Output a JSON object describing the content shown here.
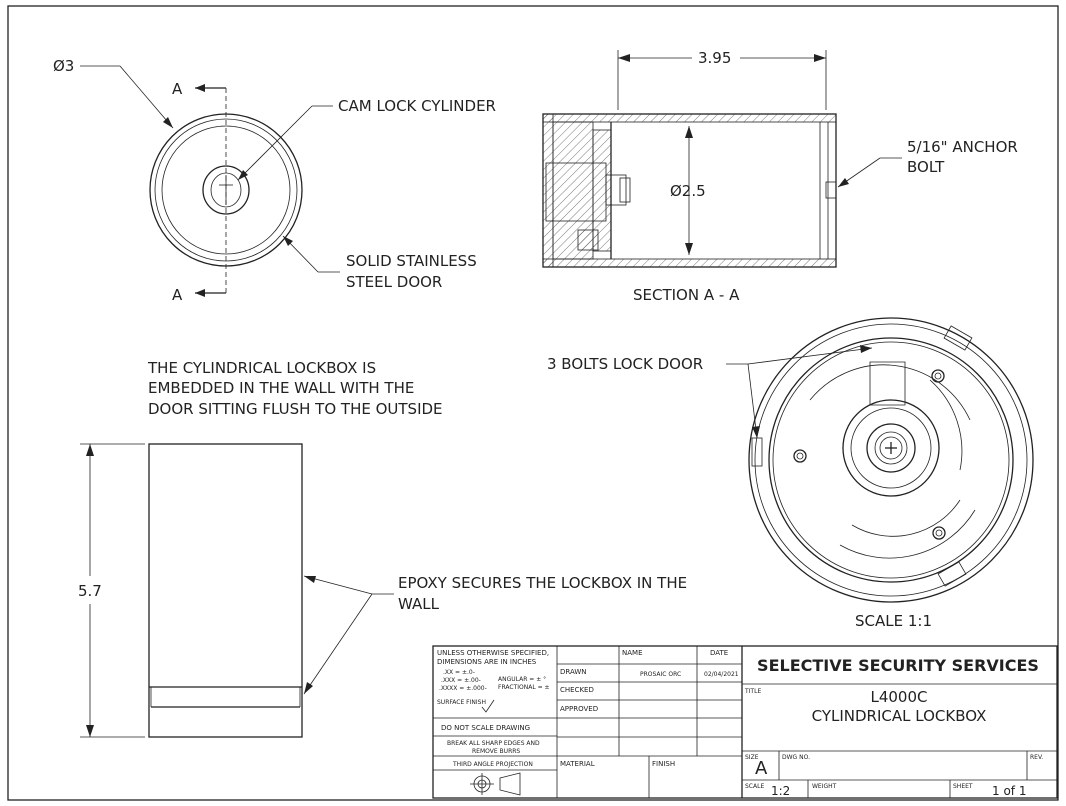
{
  "top_view": {
    "diameter_label": "Ø3",
    "section_marker": "A",
    "cam_lock_label": "CAM LOCK CYLINDER",
    "door_label_line1": "SOLID STAINLESS",
    "door_label_line2": "STEEL DOOR"
  },
  "section_view": {
    "length_label": "3.95",
    "inner_diameter_label": "Ø2.5",
    "anchor_label_line1": "5/16\" ANCHOR",
    "anchor_label_line2": "BOLT",
    "title": "SECTION A - A"
  },
  "note": {
    "line1": "THE CYLINDRICAL LOCKBOX IS",
    "line2": "EMBEDDED IN THE WALL WITH THE",
    "line3": "DOOR SITTING  FLUSH TO THE OUTSIDE"
  },
  "side_view": {
    "height_label": "5.7",
    "epoxy_line1": "EPOXY SECURES THE LOCKBOX IN THE",
    "epoxy_line2": "WALL"
  },
  "iso_view": {
    "bolts_label": "3 BOLTS LOCK DOOR",
    "scale_label": "SCALE 1:1"
  },
  "title_block": {
    "tol_line1": "UNLESS OTHERWISE SPECIFIED,",
    "tol_line2": "DIMENSIONS ARE IN INCHES",
    "tol_xx": ".XX = ±.0-",
    "tol_xxx": ".XXX = ±.00-",
    "tol_xxxx": ".XXXX = ±.000-",
    "tol_angular": "ANGULAR = ± °",
    "tol_fractional": "FRACTIONAL = ±",
    "surface_finish": "SURFACE FINISH",
    "do_not_scale": "DO NOT SCALE DRAWING",
    "break_edges_line1": "BREAK ALL SHARP EDGES AND",
    "break_edges_line2": "REMOVE BURRS",
    "projection": "THIRD ANGLE PROJECTION",
    "col_name": "NAME",
    "col_date": "DATE",
    "row_drawn": "DRAWN",
    "drawn_name": "PROSAIC ORC",
    "drawn_date": "02/04/2021",
    "row_checked": "CHECKED",
    "row_approved": "APPROVED",
    "material": "MATERIAL",
    "finish": "FINISH",
    "company": "SELECTIVE SECURITY SERVICES",
    "title_label": "TITLE",
    "title_line1": "L4000C",
    "title_line2": "CYLINDRICAL LOCKBOX",
    "size_label": "SIZE",
    "size_value": "A",
    "dwg_no_label": "DWG NO.",
    "rev_label": "REV.",
    "scale_label": "SCALE",
    "scale_value": "1:2",
    "weight_label": "WEIGHT",
    "sheet_label": "SHEET",
    "sheet_value": "1 of 1"
  }
}
